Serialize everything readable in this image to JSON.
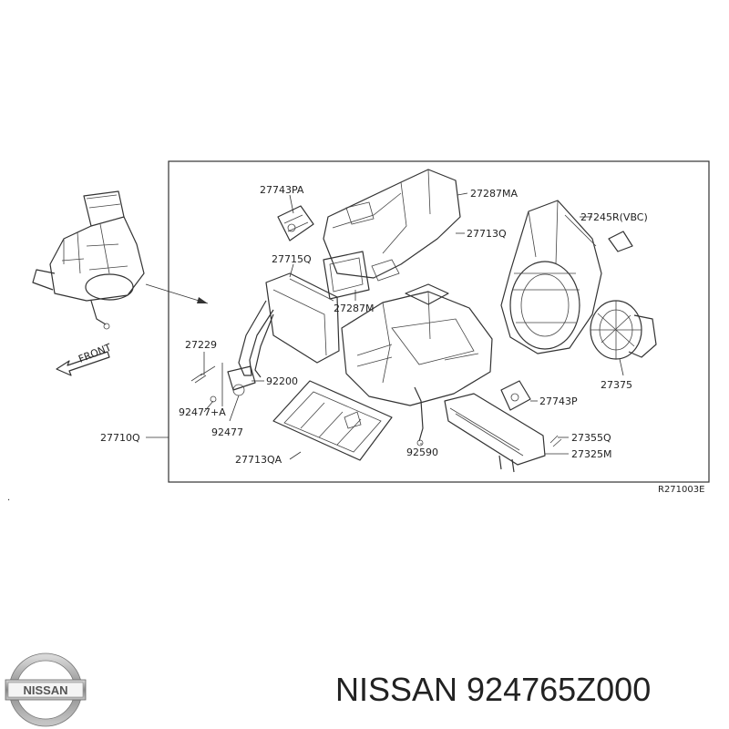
{
  "diagram": {
    "labels": {
      "l1": "27743PA",
      "l2": "27287MA",
      "l3": "27245R(VBC)",
      "l4": "27713Q",
      "l5": "27715Q",
      "l6": "27287M",
      "l7": "27229",
      "l8": "92200",
      "l9": "92477+A",
      "l10": "92477",
      "l11": "27710Q",
      "l12": "27743P",
      "l13": "27375",
      "l14": "27355Q",
      "l15": "27325M",
      "l16": "92590",
      "l17": "27713QA"
    },
    "front_label": "FRONT",
    "ref_code": "R271003E"
  },
  "brand": {
    "logo_text": "NISSAN",
    "caption": "NISSAN 924765Z000"
  }
}
